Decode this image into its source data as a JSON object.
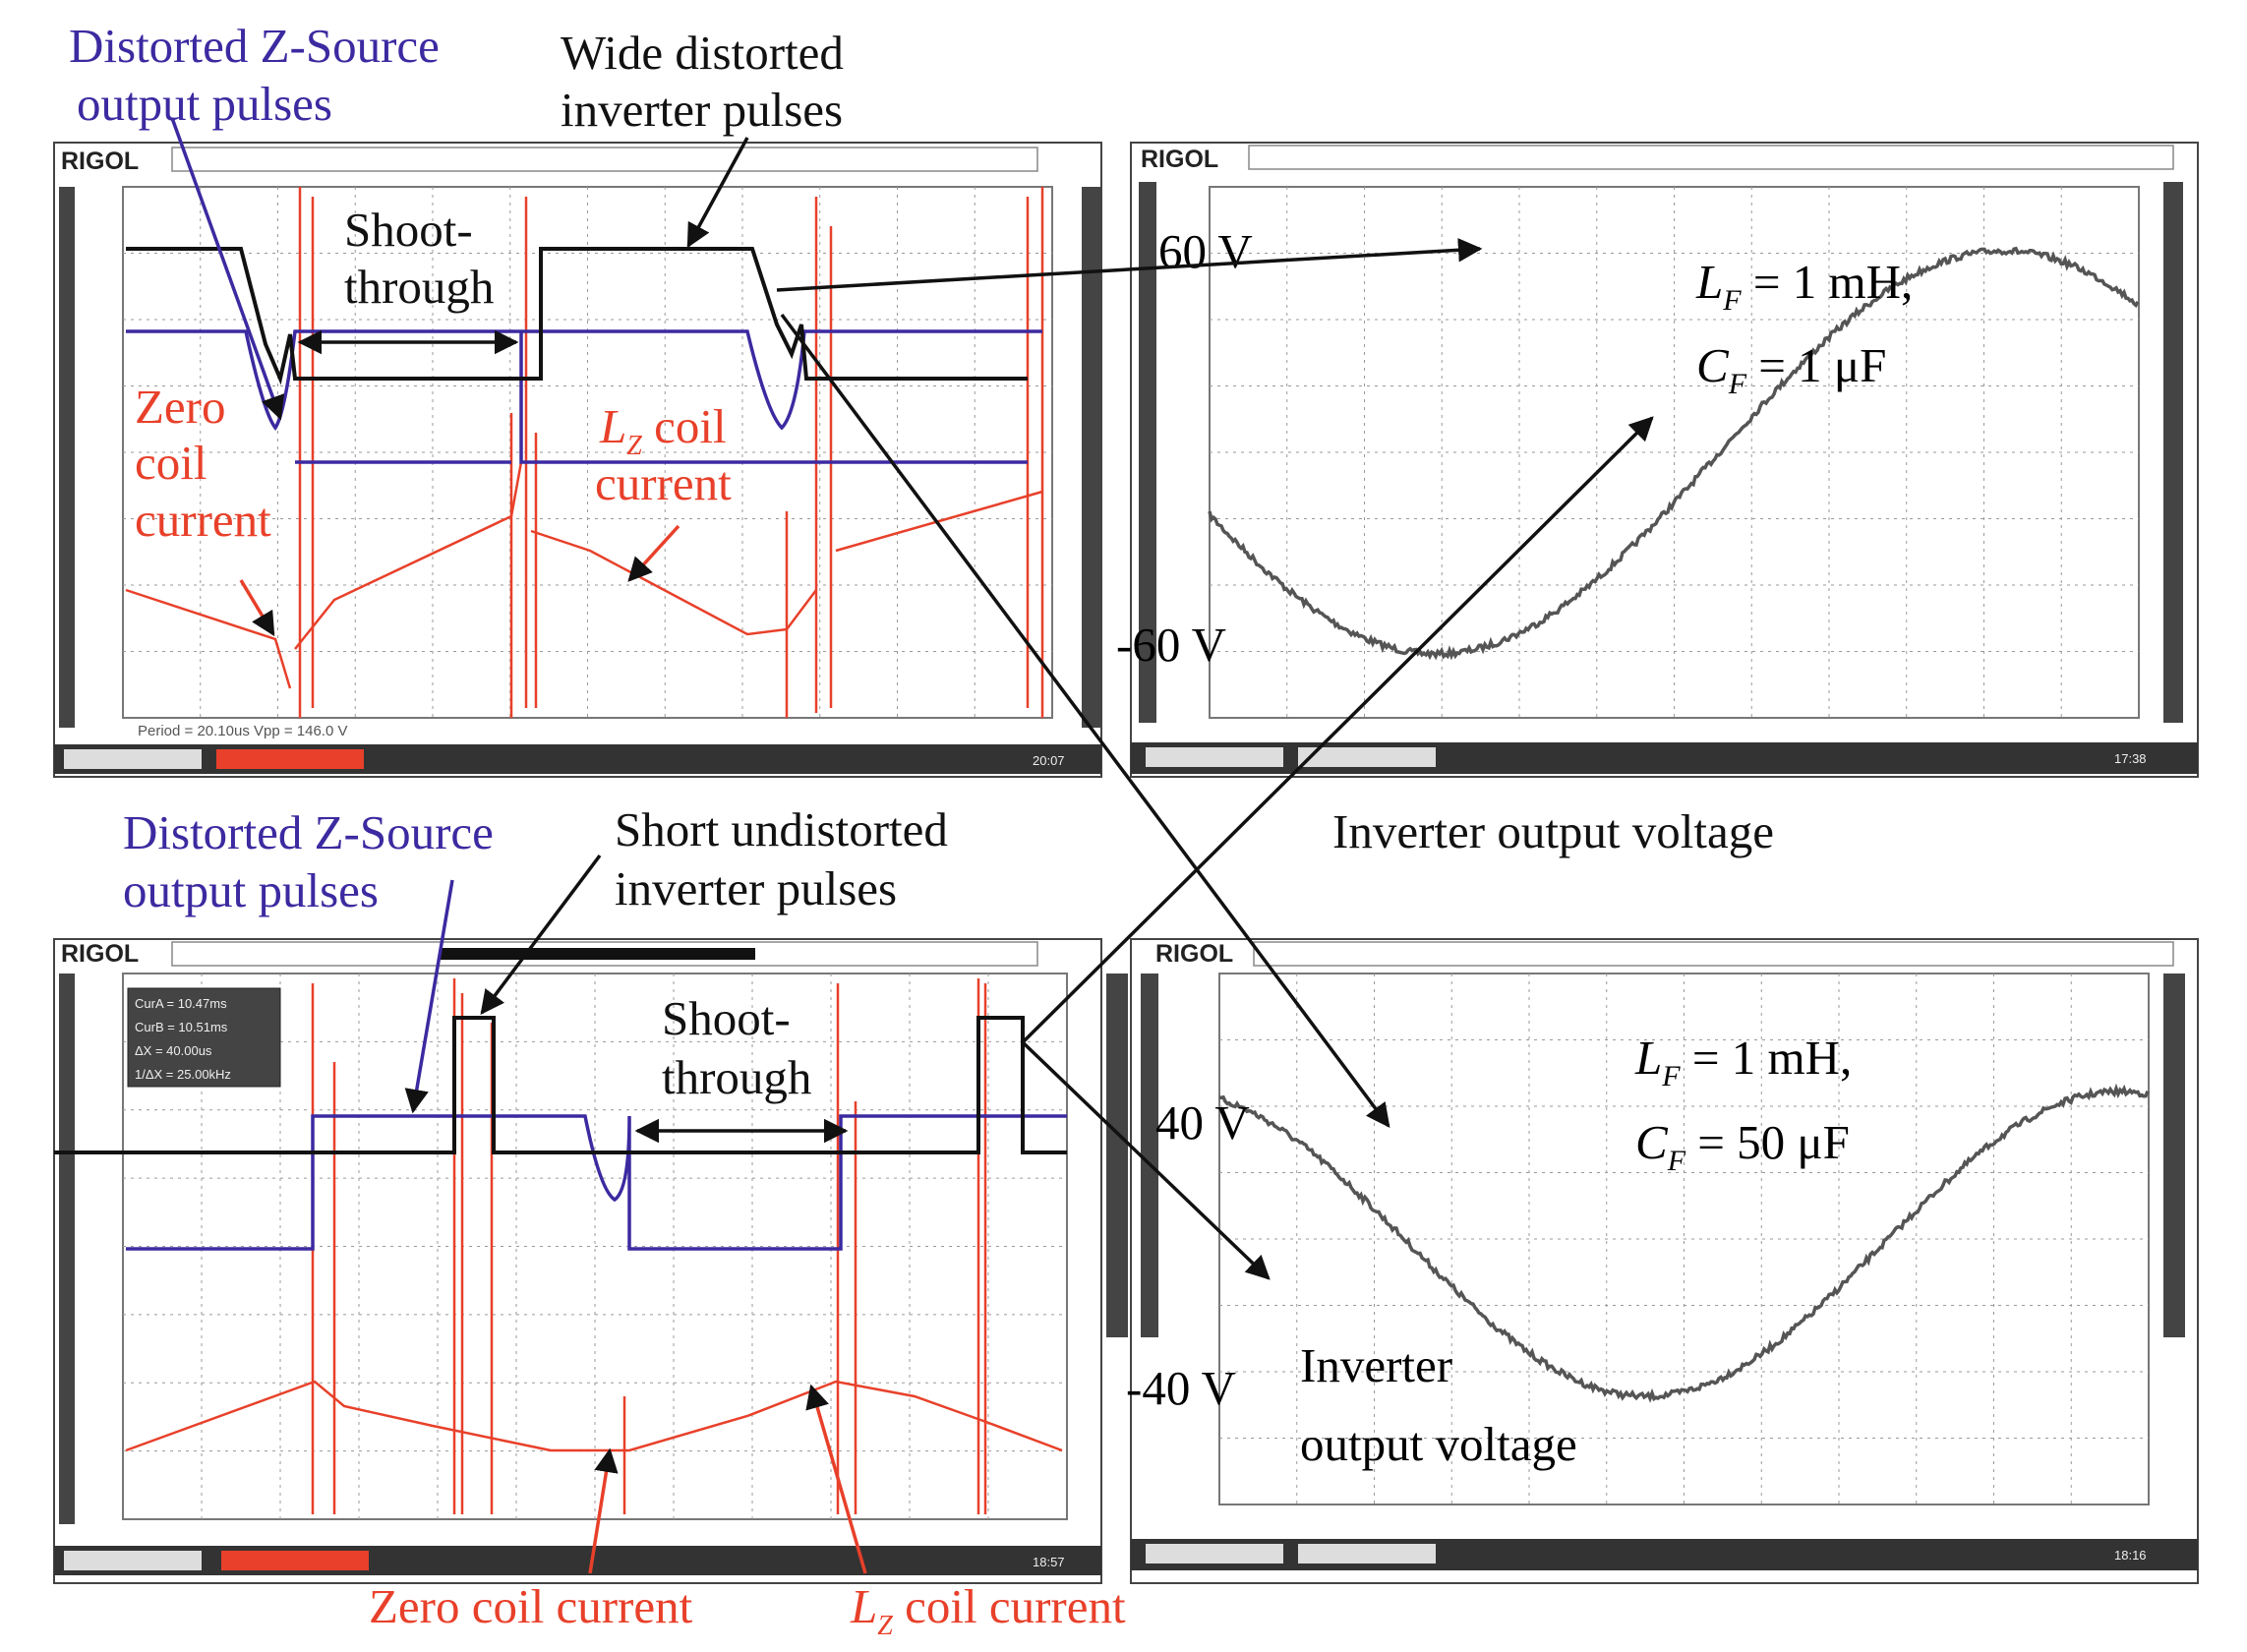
{
  "colors": {
    "pulse_black": "#111111",
    "zsource_purple": "#3b2aa0",
    "coil_red": "#e8402a",
    "voltage_grey": "#555555",
    "grid": "#9a9a9a",
    "bar_dark": "#333333"
  },
  "brand": "RIGOL",
  "top_left": {
    "zsource_label": [
      "Distorted Z-Source",
      "output pulses"
    ],
    "inverter_label": [
      "Wide distorted",
      "inverter pulses"
    ],
    "shoot_label": [
      "Shoot-",
      "through"
    ],
    "zero_label": [
      "Zero",
      "coil",
      "current"
    ],
    "lz_label": [
      "L",
      "Z",
      " coil",
      "current"
    ],
    "meas": "Period = 20.10us    Vpp = 146.0 V",
    "timestamp": "20:07"
  },
  "top_right": {
    "lf": [
      "L",
      "F",
      " = 1 mH,"
    ],
    "cf": [
      "C",
      "F",
      " = 1 μF"
    ],
    "v_top": "60 V",
    "v_bottom": "-60 V",
    "timestamp": "17:38"
  },
  "middle_caption": "Inverter output voltage",
  "bottom_left": {
    "zsource_label": [
      "Distorted Z-Source",
      "output pulses"
    ],
    "inverter_label": [
      "Short undistorted",
      "inverter pulses"
    ],
    "shoot_label": [
      "Shoot-",
      "through"
    ],
    "zero_label": "Zero coil current",
    "lz_label": [
      "L",
      "Z",
      " coil current"
    ],
    "cursor_box": [
      "CurA = 10.47ms",
      "CurB = 10.51ms",
      "ΔX = 40.00us",
      "1/ΔX = 25.00kHz"
    ],
    "timestamp": "18:57"
  },
  "bottom_right": {
    "lf": [
      "L",
      "F",
      " = 1 mH,"
    ],
    "cf": [
      "C",
      "F",
      " = 50 μF"
    ],
    "v_top": "40 V",
    "v_bottom": "-40 V",
    "caption": [
      "Inverter",
      "output voltage"
    ],
    "timestamp": "18:16"
  }
}
